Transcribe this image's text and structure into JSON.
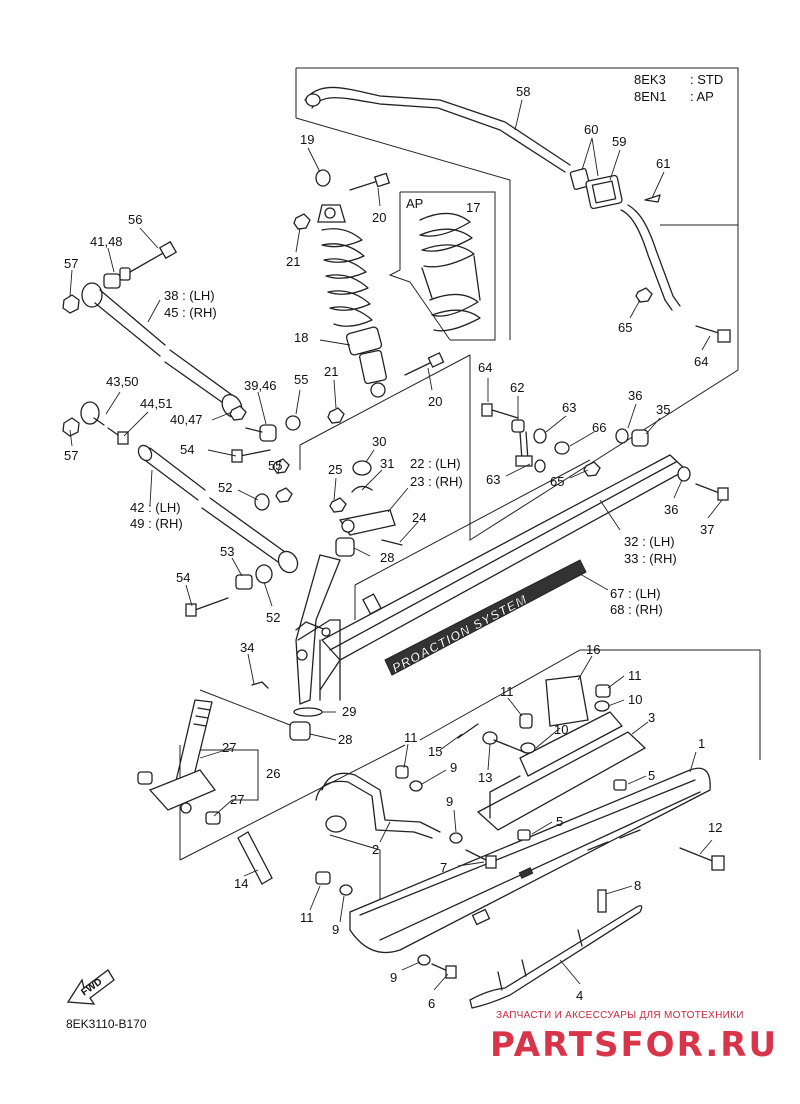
{
  "legend": {
    "codes": [
      "8EK3",
      "8EN1"
    ],
    "types": [
      ": STD",
      ": AP"
    ]
  },
  "ap_label": "AP",
  "decal_text": "PROACTION SYSTEM",
  "fwd_label": "FWD",
  "diagram_code": "8EK3110-B170",
  "watermark": {
    "tagline": "ЗАПЧАСТИ И АКСЕССУАРЫ ДЛЯ МОТОТЕХНИКИ",
    "brand": "PARTSFOR.RU"
  },
  "callouts": [
    {
      "id": "c58",
      "text": "58"
    },
    {
      "id": "c60",
      "text": "60"
    },
    {
      "id": "c59",
      "text": "59"
    },
    {
      "id": "c61",
      "text": "61"
    },
    {
      "id": "c19",
      "text": "19"
    },
    {
      "id": "c20a",
      "text": "20"
    },
    {
      "id": "c17",
      "text": "17"
    },
    {
      "id": "c21a",
      "text": "21"
    },
    {
      "id": "c56",
      "text": "56"
    },
    {
      "id": "c4148",
      "text": "41,48"
    },
    {
      "id": "c57a",
      "text": "57"
    },
    {
      "id": "c38",
      "text": "38 : (LH)"
    },
    {
      "id": "c45",
      "text": "45 : (RH)"
    },
    {
      "id": "c65a",
      "text": "65"
    },
    {
      "id": "c64a",
      "text": "64"
    },
    {
      "id": "c18",
      "text": "18"
    },
    {
      "id": "c4350",
      "text": "43,50"
    },
    {
      "id": "c3946",
      "text": "39,46"
    },
    {
      "id": "c55a",
      "text": "55"
    },
    {
      "id": "c21b",
      "text": "21"
    },
    {
      "id": "c20b",
      "text": "20"
    },
    {
      "id": "c64b",
      "text": "64"
    },
    {
      "id": "c62",
      "text": "62"
    },
    {
      "id": "c63a",
      "text": "63"
    },
    {
      "id": "c36a",
      "text": "36"
    },
    {
      "id": "c35",
      "text": "35"
    },
    {
      "id": "c4451",
      "text": "44,51"
    },
    {
      "id": "c4047",
      "text": "40,47"
    },
    {
      "id": "c57b",
      "text": "57"
    },
    {
      "id": "c66",
      "text": "66"
    },
    {
      "id": "c54a",
      "text": "54"
    },
    {
      "id": "c30",
      "text": "30"
    },
    {
      "id": "c55b",
      "text": "55"
    },
    {
      "id": "c25",
      "text": "25"
    },
    {
      "id": "c31",
      "text": "31"
    },
    {
      "id": "c22",
      "text": "22 : (LH)"
    },
    {
      "id": "c23",
      "text": "23 : (RH)"
    },
    {
      "id": "c63b",
      "text": "63"
    },
    {
      "id": "c65b",
      "text": "65"
    },
    {
      "id": "c42",
      "text": "42 : (LH)"
    },
    {
      "id": "c49",
      "text": "49 : (RH)"
    },
    {
      "id": "c52a",
      "text": "52"
    },
    {
      "id": "c36b",
      "text": "36"
    },
    {
      "id": "c37",
      "text": "37"
    },
    {
      "id": "c24",
      "text": "24"
    },
    {
      "id": "c32",
      "text": "32 : (LH)"
    },
    {
      "id": "c33",
      "text": "33 : (RH)"
    },
    {
      "id": "c28a",
      "text": "28"
    },
    {
      "id": "c53",
      "text": "53"
    },
    {
      "id": "c54b",
      "text": "54"
    },
    {
      "id": "c67",
      "text": "67 : (LH)"
    },
    {
      "id": "c68",
      "text": "68 : (RH)"
    },
    {
      "id": "c52b",
      "text": "52"
    },
    {
      "id": "c34",
      "text": "34"
    },
    {
      "id": "c16",
      "text": "16"
    },
    {
      "id": "c11a",
      "text": "11"
    },
    {
      "id": "c11b",
      "text": "11"
    },
    {
      "id": "c10a",
      "text": "10"
    },
    {
      "id": "c29",
      "text": "29"
    },
    {
      "id": "c3",
      "text": "3"
    },
    {
      "id": "c10b",
      "text": "10"
    },
    {
      "id": "c28b",
      "text": "28"
    },
    {
      "id": "c27a",
      "text": "27"
    },
    {
      "id": "c11c",
      "text": "11"
    },
    {
      "id": "c15",
      "text": "15"
    },
    {
      "id": "c26",
      "text": "26"
    },
    {
      "id": "c1",
      "text": "1"
    },
    {
      "id": "c9a",
      "text": "9"
    },
    {
      "id": "c13",
      "text": "13"
    },
    {
      "id": "c5a",
      "text": "5"
    },
    {
      "id": "c27b",
      "text": "27"
    },
    {
      "id": "c9b",
      "text": "9"
    },
    {
      "id": "c5b",
      "text": "5"
    },
    {
      "id": "c12",
      "text": "12"
    },
    {
      "id": "c2",
      "text": "2"
    },
    {
      "id": "c7",
      "text": "7"
    },
    {
      "id": "c14",
      "text": "14"
    },
    {
      "id": "c8",
      "text": "8"
    },
    {
      "id": "c11d",
      "text": "11"
    },
    {
      "id": "c9c",
      "text": "9"
    },
    {
      "id": "c9d",
      "text": "9"
    },
    {
      "id": "c6",
      "text": "6"
    },
    {
      "id": "c4",
      "text": "4"
    }
  ]
}
